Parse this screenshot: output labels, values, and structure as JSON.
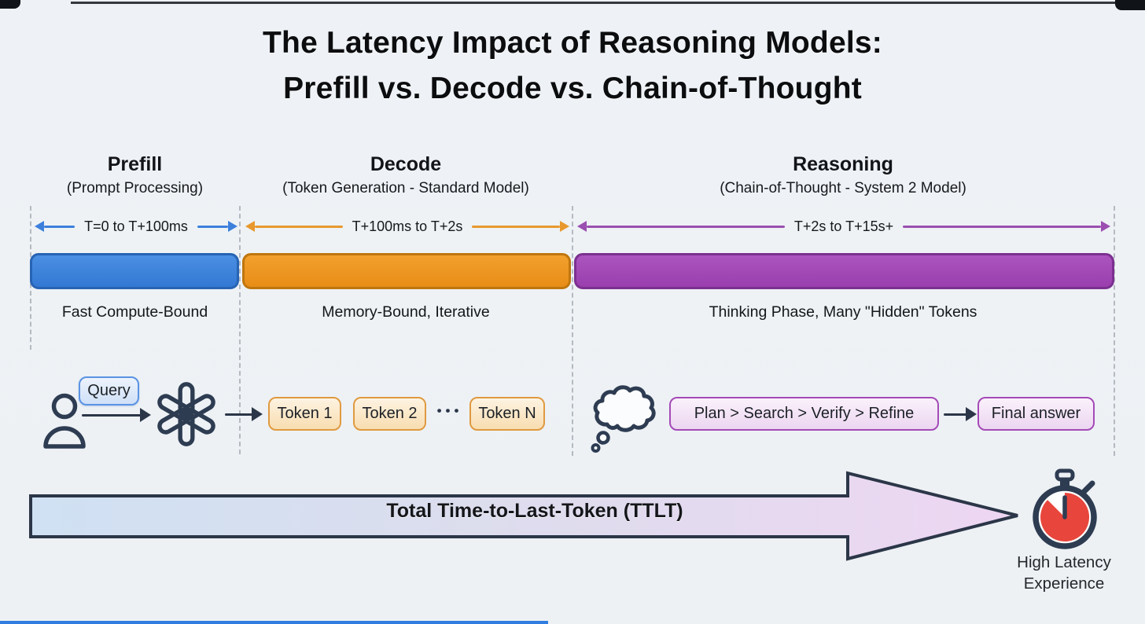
{
  "title": {
    "line1": "The Latency Impact of Reasoning Models:",
    "line2": "Prefill vs. Decode vs. Chain-of-Thought"
  },
  "phases": [
    {
      "name": "Prefill",
      "subtitle": "(Prompt Processing)",
      "time_range": "T=0 to T+100ms",
      "description": "Fast Compute-Bound",
      "color": "#3c80dc"
    },
    {
      "name": "Decode",
      "subtitle": "(Token Generation - Standard Model)",
      "time_range": "T+100ms to T+2s",
      "description": "Memory-Bound, Iterative",
      "color": "#e8982d"
    },
    {
      "name": "Reasoning",
      "subtitle": "(Chain-of-Thought - System 2 Model)",
      "time_range": "T+2s to T+15s+",
      "description": "Thinking Phase, Many \"Hidden\" Tokens",
      "color": "#9b4fb0"
    }
  ],
  "flow": {
    "query_label": "Query",
    "tokens": [
      "Token 1",
      "Token 2",
      "Token N"
    ],
    "ellipsis": "•••",
    "reasoning_chain": "Plan > Search > Verify > Refine",
    "final_answer": "Final answer"
  },
  "footer": {
    "arrow_label": "Total Time-to-Last-Token (TTLT)",
    "caption_line1": "High Latency",
    "caption_line2": "Experience"
  },
  "icons": {
    "user": "user-icon",
    "model": "openai-logo-icon",
    "thought": "thought-cloud-icon",
    "stopwatch": "stopwatch-icon"
  },
  "accent_colors": {
    "ink": "#2b3648",
    "stopwatch_red": "#e8463c",
    "background": "#eef1f5"
  }
}
